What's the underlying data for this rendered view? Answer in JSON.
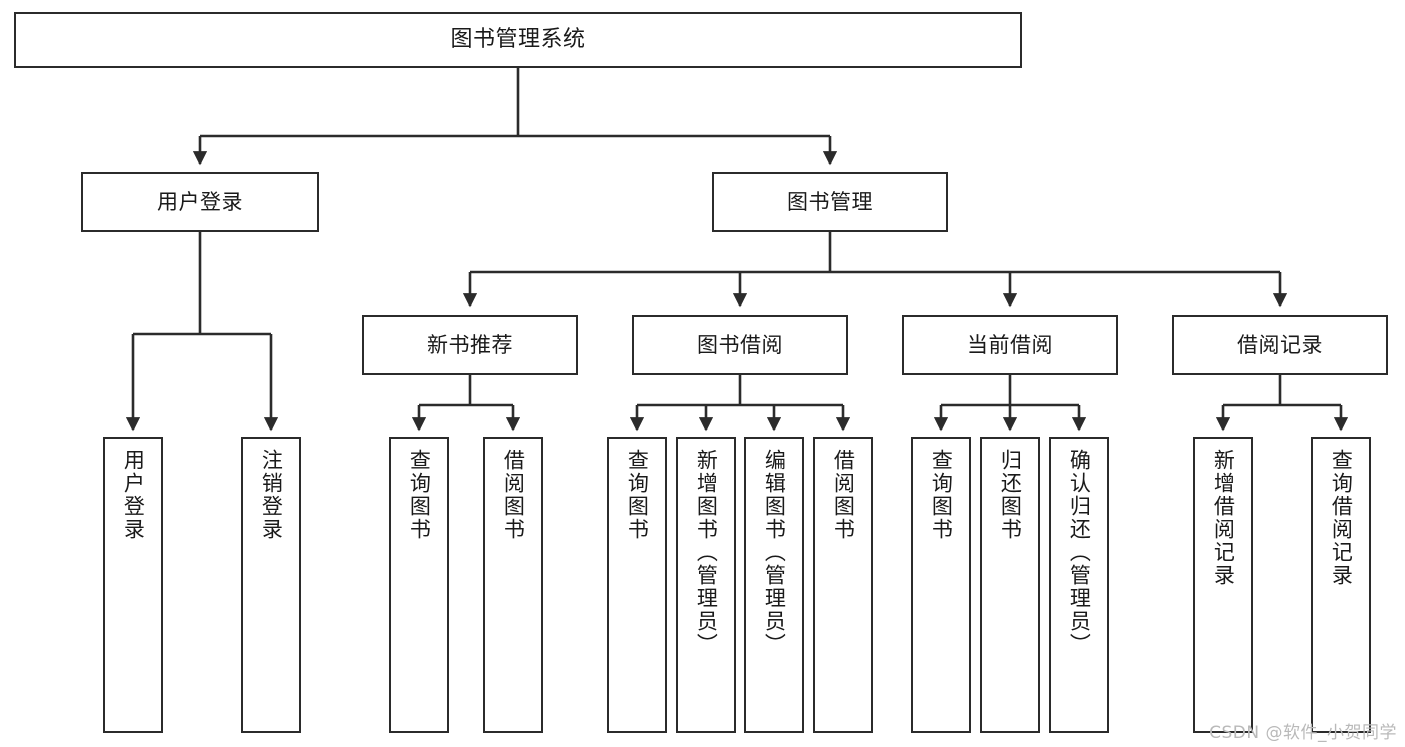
{
  "diagram": {
    "title": "图书管理系统",
    "type": "tree-hierarchy-chart",
    "colors": {
      "stroke": "#2b2b2b",
      "fill": "#ffffff",
      "background": "#ffffff",
      "watermark": "#b9b9b9"
    }
  },
  "watermark": {
    "text": "CSDN @软件_小贺同学"
  },
  "nodes": {
    "root": {
      "label": "图书管理系统"
    },
    "level1": [
      {
        "id": "user-login",
        "label": "用户登录"
      },
      {
        "id": "book-management",
        "label": "图书管理"
      }
    ],
    "level2": [
      {
        "id": "new-book-recommend",
        "label": "新书推荐"
      },
      {
        "id": "book-borrow",
        "label": "图书借阅"
      },
      {
        "id": "current-borrow",
        "label": "当前借阅"
      },
      {
        "id": "borrow-record",
        "label": "借阅记录"
      }
    ],
    "leaves": {
      "user_login": [
        {
          "id": "leaf-user-login",
          "label": "用户登录"
        },
        {
          "id": "leaf-logout-login",
          "label": "注销登录"
        }
      ],
      "new_book_recommend": [
        {
          "id": "leaf-query-book-1",
          "label": "查询图书"
        },
        {
          "id": "leaf-borrow-book-1",
          "label": "借阅图书"
        }
      ],
      "book_borrow": [
        {
          "id": "leaf-query-book-2",
          "label": "查询图书"
        },
        {
          "id": "leaf-add-book",
          "label": "新增图书（管理员）"
        },
        {
          "id": "leaf-edit-book",
          "label": "编辑图书（管理员）"
        },
        {
          "id": "leaf-borrow-book-2",
          "label": "借阅图书"
        }
      ],
      "current_borrow": [
        {
          "id": "leaf-query-book-3",
          "label": "查询图书"
        },
        {
          "id": "leaf-return-book",
          "label": "归还图书"
        },
        {
          "id": "leaf-confirm-return",
          "label": "确认归还（管理员）"
        }
      ],
      "borrow_record": [
        {
          "id": "leaf-add-record",
          "label": "新增借阅记录"
        },
        {
          "id": "leaf-query-record",
          "label": "查询借阅记录"
        }
      ]
    }
  }
}
